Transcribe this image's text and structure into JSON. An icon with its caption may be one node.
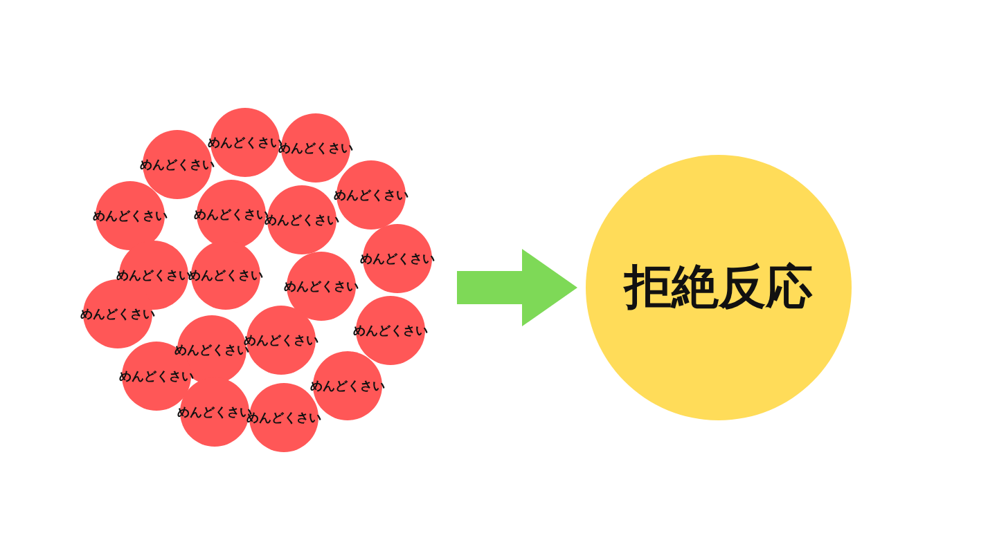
{
  "diagram": {
    "nodes": [
      {
        "text": [
          "めんどくさい"
        ]
      },
      {
        "text": [
          "めんどくさい"
        ]
      },
      {
        "text": [
          "めんどくさい"
        ]
      },
      {
        "text": [
          "めんどくさい"
        ]
      },
      {
        "text": [
          "めんどくさい"
        ]
      },
      {
        "text": [
          "めんどくさい"
        ]
      },
      {
        "text": [
          "めんどくさい"
        ]
      },
      {
        "text": [
          "めんどくさい"
        ]
      },
      {
        "text": [
          "めんどくさい"
        ]
      },
      {
        "text": [
          "めんどくさい"
        ]
      },
      {
        "text": [
          "めんどくさい"
        ]
      },
      {
        "text": [
          "めんどくさい"
        ]
      },
      {
        "text": [
          "めんどくさい"
        ]
      },
      {
        "text": [
          "めんどくさい"
        ]
      },
      {
        "text": [
          "めんどくさい"
        ]
      },
      {
        "text": [
          "めんどくさい"
        ]
      },
      {
        "text": [
          "めんどくさい"
        ]
      },
      {
        "text": [
          "めんどくさい"
        ]
      },
      {
        "text": [
          "めんどくさい"
        ]
      },
      {
        "text": [
          "拒絶反応"
        ]
      }
    ],
    "edges": [
      {
        "from": null,
        "to": 19,
        "arrow": "to"
      }
    ]
  }
}
